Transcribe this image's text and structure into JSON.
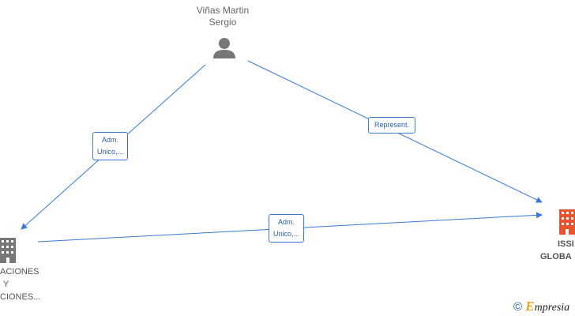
{
  "person": {
    "name_line1": "Viñas Martin",
    "name_line2": "Sergio",
    "icon": "person-icon"
  },
  "company_left": {
    "line1": "ACIONES",
    "line2": "Y",
    "line3": "CIONES...",
    "icon": "building-icon",
    "color": "#777777"
  },
  "company_right": {
    "line1": "ISSI",
    "line2": "GLOBA",
    "icon": "building-icon",
    "color": "#e8552e"
  },
  "edges": {
    "person_left": {
      "line1": "Adm.",
      "line2": "Unico,..."
    },
    "person_right": {
      "line1": "Represent."
    },
    "left_right": {
      "line1": "Adm.",
      "line2": "Unico,..."
    }
  },
  "footer": {
    "copyright": "©",
    "brand_initial": "E",
    "brand_rest": "mpresia"
  },
  "colors": {
    "edge": "#3a78d8",
    "text": "#666666"
  }
}
